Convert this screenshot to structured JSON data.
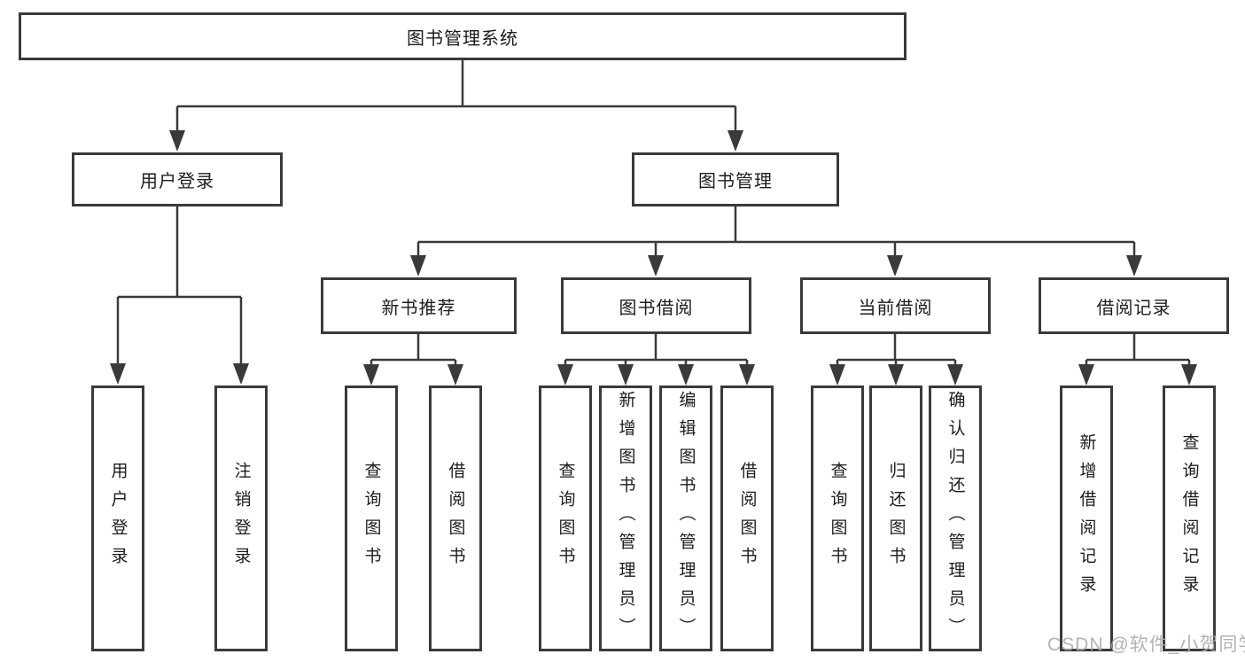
{
  "diagram_type": "hierarchy-tree",
  "watermark": "CSDN @软件_小贺同学",
  "colors": {
    "line": "#3a3a3a",
    "box_border": "#3a3a3a",
    "text": "#1c1c1c",
    "watermark": "#acacac",
    "background": "#ffffff"
  },
  "hierarchy": {
    "label": "图书管理系统",
    "children": [
      {
        "label": "用户登录",
        "children": [
          {
            "label": "用户登录"
          },
          {
            "label": "注销登录"
          }
        ]
      },
      {
        "label": "图书管理",
        "children": [
          {
            "label": "新书推荐",
            "children": [
              {
                "label": "查询图书"
              },
              {
                "label": "借阅图书"
              }
            ]
          },
          {
            "label": "图书借阅",
            "children": [
              {
                "label": "查询图书"
              },
              {
                "label": "新增图书（管理员）"
              },
              {
                "label": "编辑图书（管理员）"
              },
              {
                "label": "借阅图书"
              }
            ]
          },
          {
            "label": "当前借阅",
            "children": [
              {
                "label": "查询图书"
              },
              {
                "label": "归还图书"
              },
              {
                "label": "确认归还（管理员）"
              }
            ]
          },
          {
            "label": "借阅记录",
            "children": [
              {
                "label": "新增借阅记录"
              },
              {
                "label": "查询借阅记录"
              }
            ]
          }
        ]
      }
    ]
  }
}
